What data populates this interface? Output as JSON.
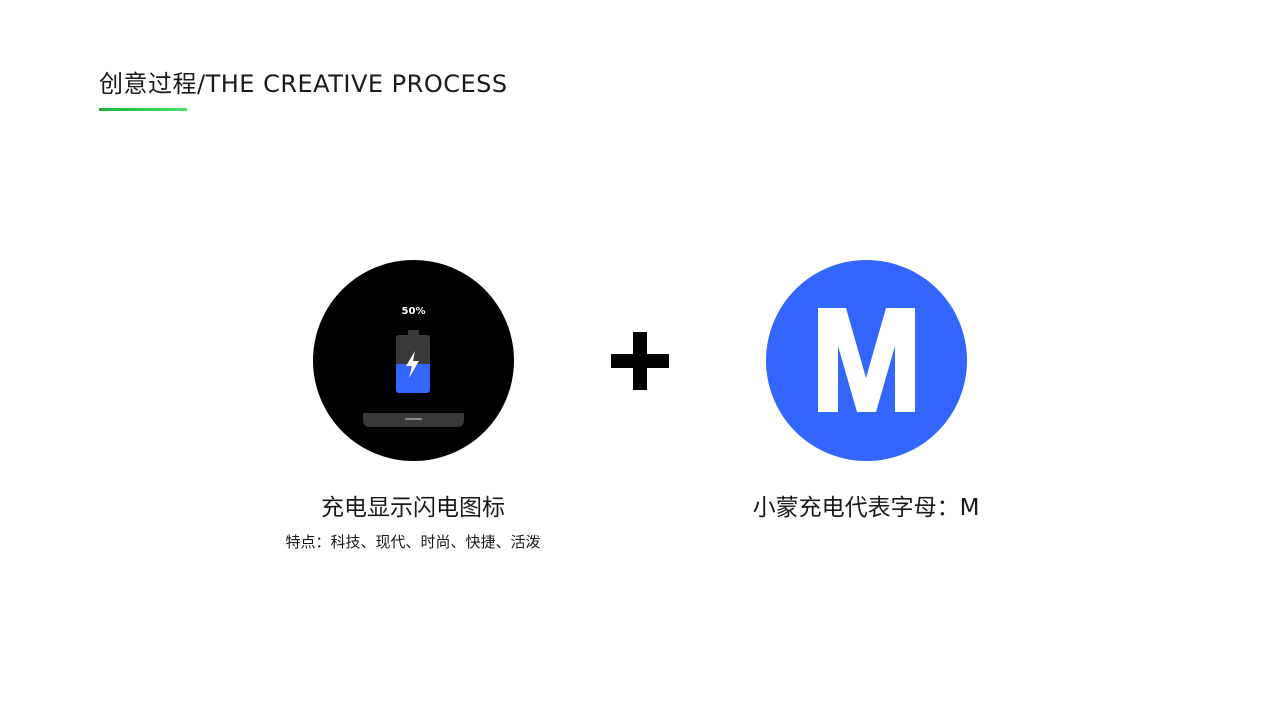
{
  "header": {
    "title": "创意过程/THE CREATIVE PROCESS",
    "underline_color_start": "#1db33a",
    "underline_color_end": "#4be06a"
  },
  "left_icon": {
    "percent_text": "50%",
    "battery_fill_level": 0.5,
    "circle_color": "#000000",
    "battery_fill_color": "#3366ff",
    "battery_empty_color": "#3a3a3a",
    "bolt_color": "#ffffff",
    "icon": "charging-battery-icon",
    "caption": "充电显示闪电图标",
    "subcaption": "特点：科技、现代、时尚、快捷、活泼"
  },
  "operator": {
    "icon": "plus-icon",
    "color": "#000000"
  },
  "right_icon": {
    "circle_color": "#3366ff",
    "letter_color": "#ffffff",
    "icon": "letter-m-icon",
    "caption": "小蒙充电代表字母：M"
  }
}
